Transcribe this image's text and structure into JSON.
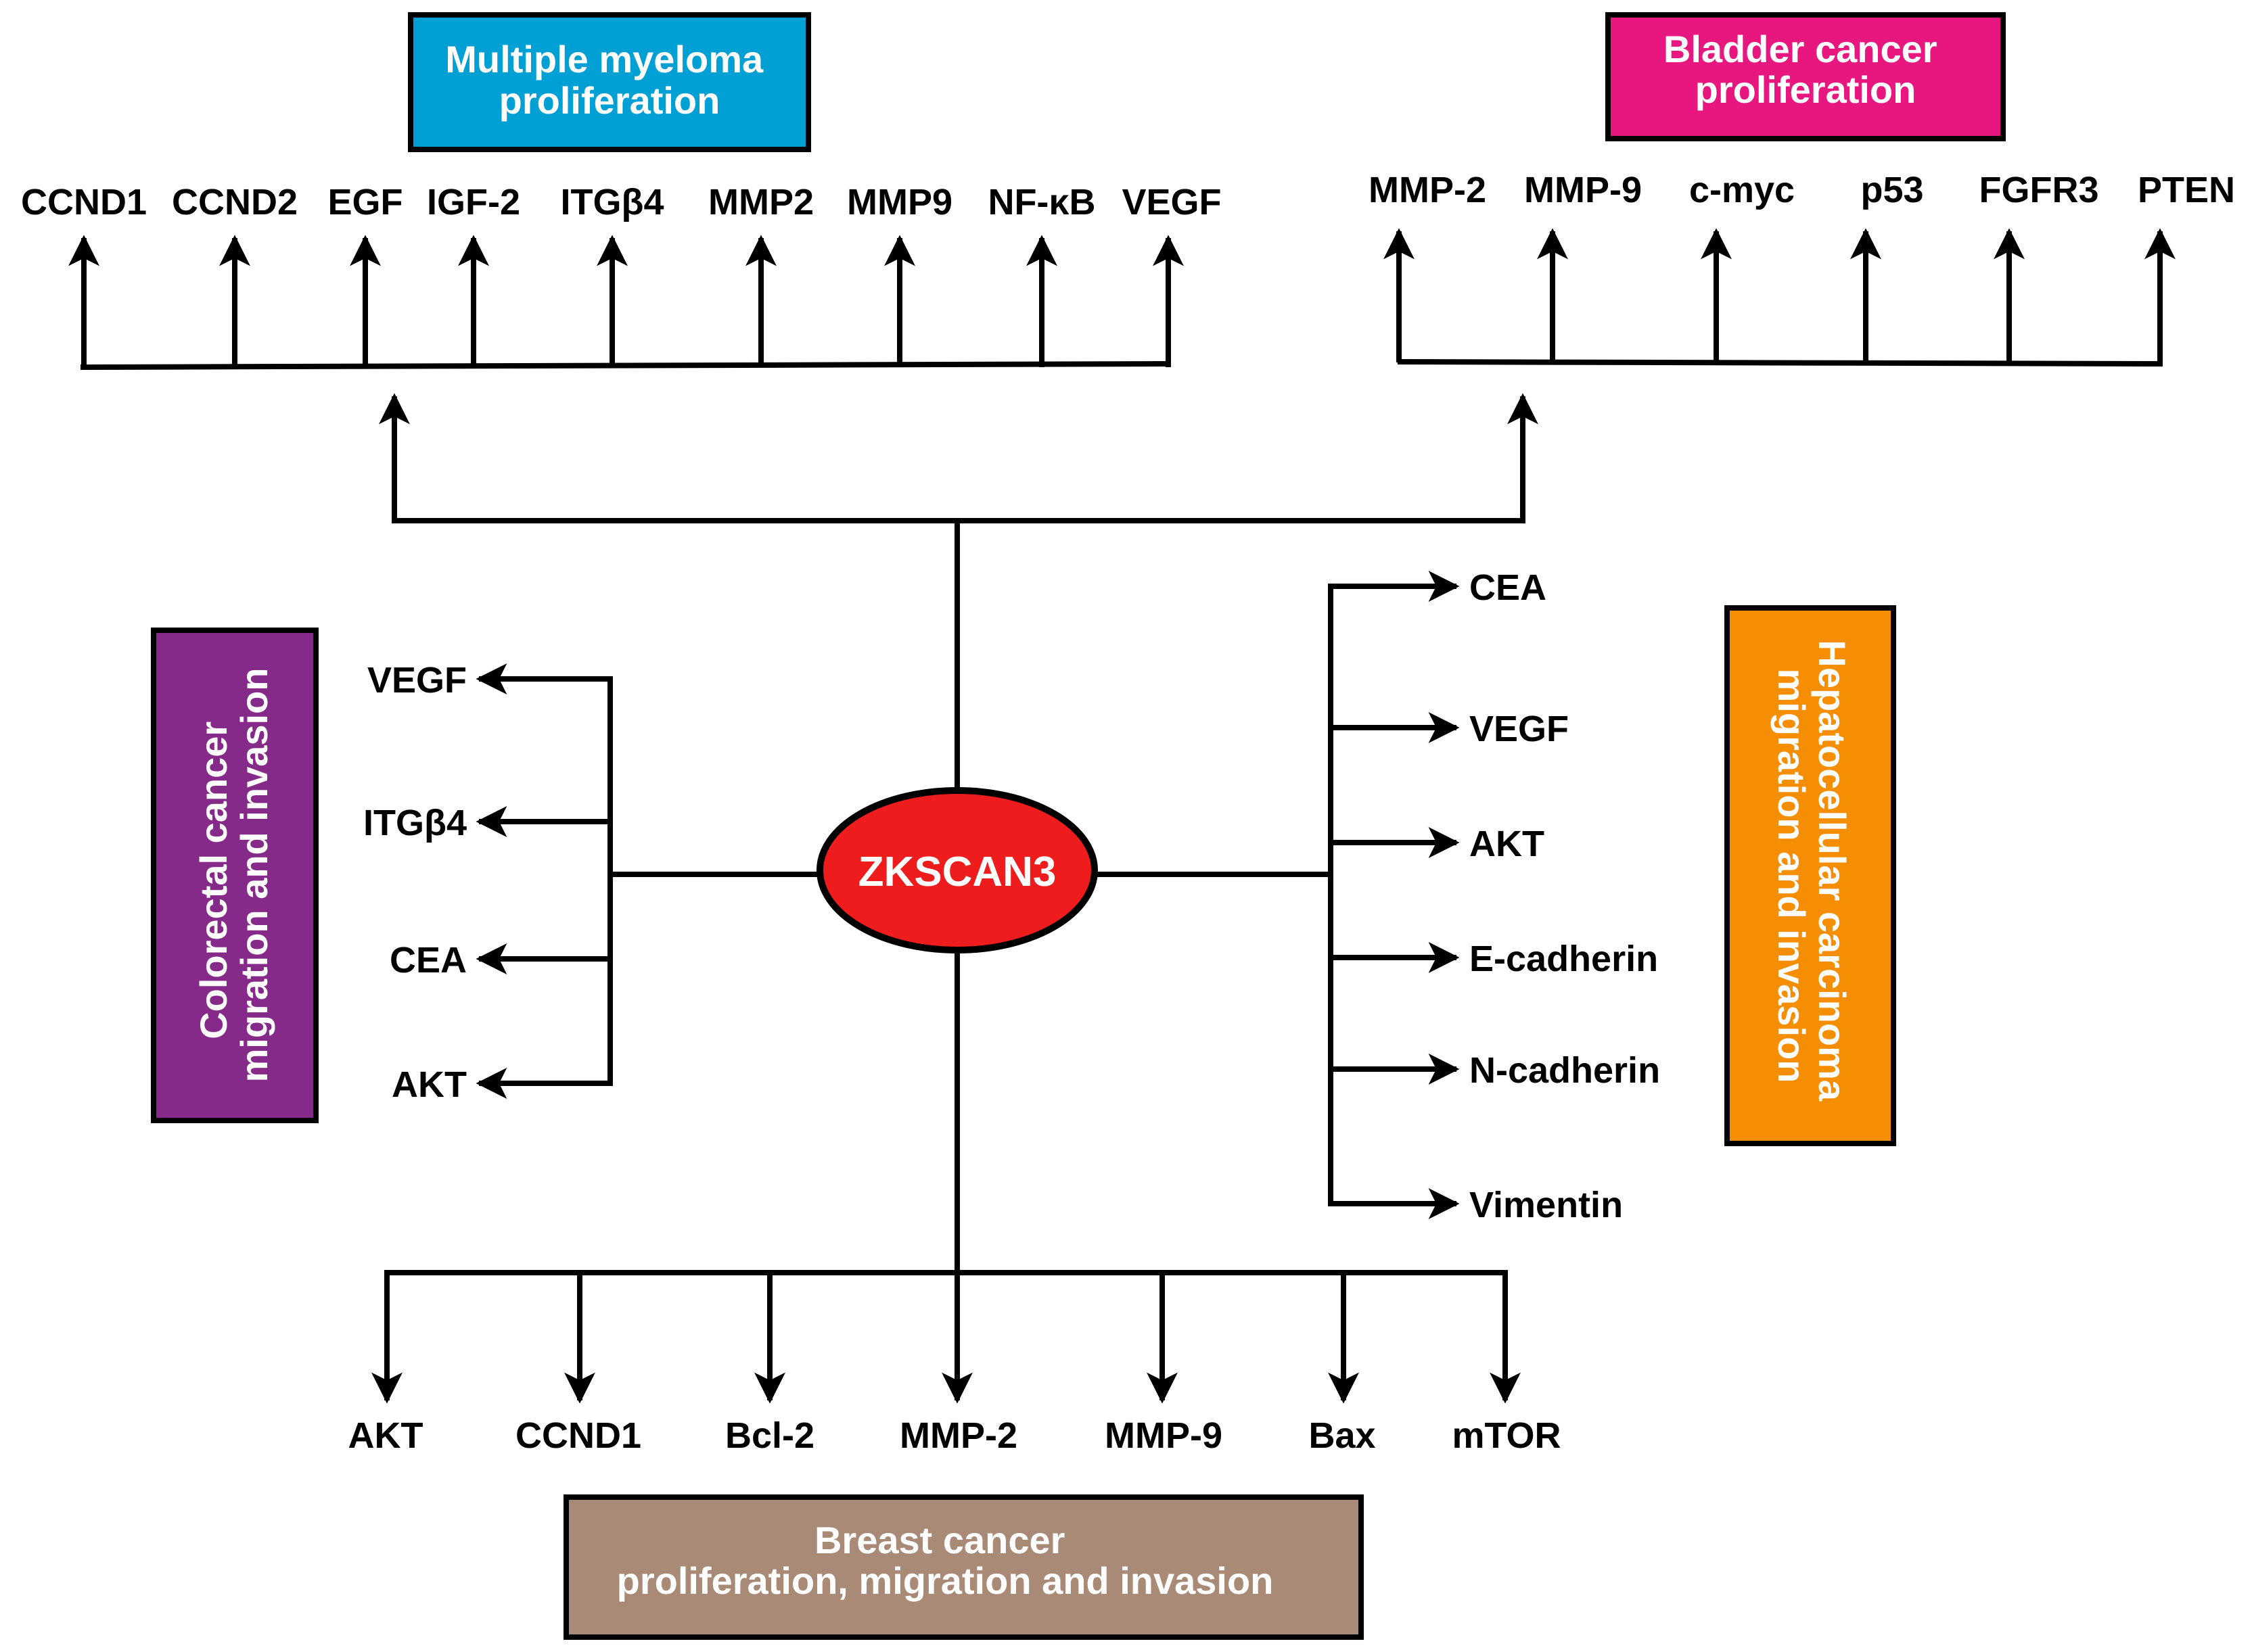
{
  "center": {
    "label": "ZKSCAN3",
    "fill": "#ee1c1c"
  },
  "groups": {
    "myeloma": {
      "title_lines": [
        "Multiple myeloma",
        "proliferation"
      ],
      "color": "#009fd4",
      "targets": [
        "CCND1",
        "CCND2",
        "EGF",
        "IGF-2",
        "ITGβ4",
        "MMP2",
        "MMP9",
        "NF-κB",
        "VEGF"
      ]
    },
    "bladder": {
      "title_lines": [
        "Bladder cancer",
        "proliferation"
      ],
      "color": "#e8177f",
      "targets": [
        "MMP-2",
        "MMP-9",
        "c-myc",
        "p53",
        "FGFR3",
        "PTEN"
      ]
    },
    "colorectal": {
      "title_lines": [
        "Colorectal cancer",
        "migration and invasion"
      ],
      "color": "#852a88",
      "targets": [
        "VEGF",
        "ITGβ4",
        "CEA",
        "AKT"
      ]
    },
    "hepatocellular": {
      "title_lines": [
        "Hepatocellular carcinoma",
        "migration and invasion"
      ],
      "color": "#f68e04",
      "targets": [
        "CEA",
        "VEGF",
        "AKT",
        "E-cadherin",
        "N-cadherin",
        "Vimentin"
      ]
    },
    "breast": {
      "title_lines": [
        "Breast cancer",
        "proliferation, migration and invasion"
      ],
      "color": "#a88a76",
      "targets": [
        "AKT",
        "CCND1",
        "Bcl-2",
        "MMP-2",
        "MMP-9",
        "Bax",
        "mTOR"
      ]
    }
  }
}
